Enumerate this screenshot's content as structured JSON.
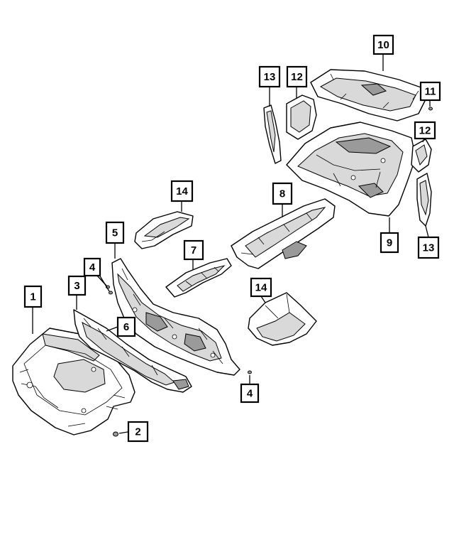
{
  "callouts": {
    "c1": "1",
    "c2": "2",
    "c3": "3",
    "c4a": "4",
    "c4b": "4",
    "c5": "5",
    "c6": "6",
    "c7": "7",
    "c8": "8",
    "c9": "9",
    "c10": "10",
    "c11": "11",
    "c12a": "12",
    "c12b": "12",
    "c13a": "13",
    "c13b": "13",
    "c14a": "14",
    "c14b": "14"
  }
}
